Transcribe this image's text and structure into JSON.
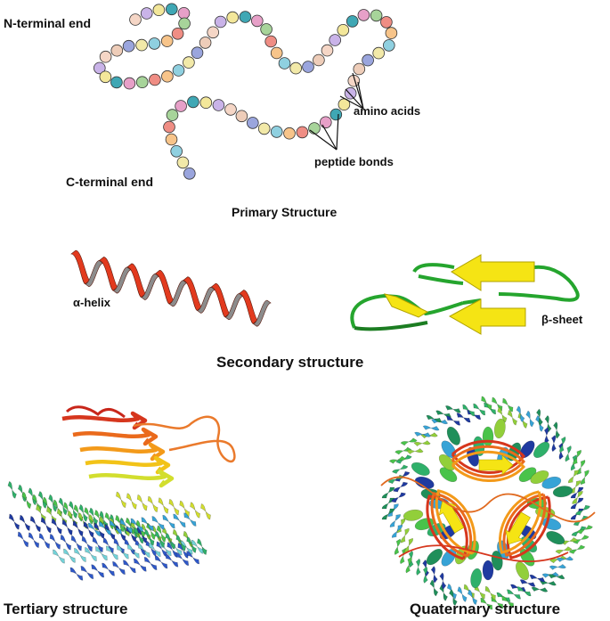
{
  "primary": {
    "n_terminal": "N-terminal end",
    "c_terminal": "C-terminal end",
    "amino_acids": "amino acids",
    "peptide_bonds": "peptide bonds",
    "caption": "Primary Structure",
    "bead_colors": [
      "#f5d6c6",
      "#c9b3e8",
      "#f3e79a",
      "#3fa7b4",
      "#e7a0c8",
      "#a7d49a",
      "#ef8d84",
      "#f7c48a",
      "#8fd0e0",
      "#f2e9a8",
      "#9aa5dd",
      "#eecdb9"
    ]
  },
  "secondary": {
    "alpha_label": "α-helix",
    "beta_label": "β-sheet",
    "caption": "Secondary structure",
    "colors": {
      "helix": "#e23a1e",
      "helix_inner": "#8c8c8c",
      "sheet": "#f5e414",
      "loop": "#25a52e"
    }
  },
  "tertiary": {
    "caption": "Tertiary structure"
  },
  "quaternary": {
    "caption": "Quaternary structure"
  }
}
